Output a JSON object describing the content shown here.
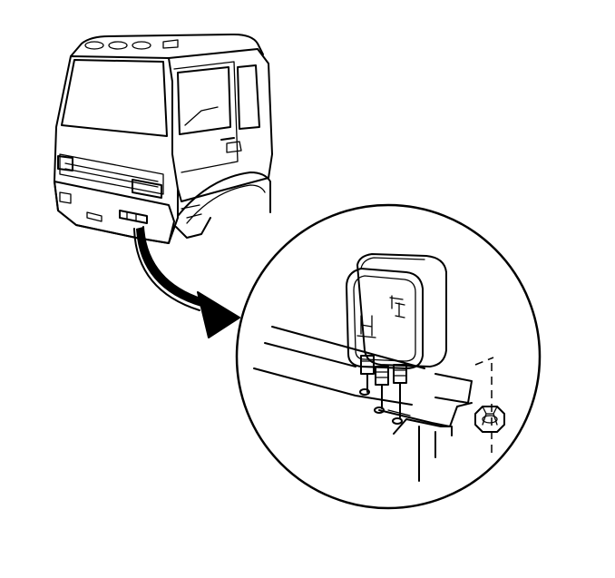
{
  "figure": {
    "background": "#ffffff",
    "line_color": "#000000",
    "parts": {
      "cab": "truck-cab",
      "detail": "magnified-detail-circle",
      "arrow": "callout-arrow",
      "lamp": "work-lamp",
      "nut": "hex-nut"
    }
  }
}
